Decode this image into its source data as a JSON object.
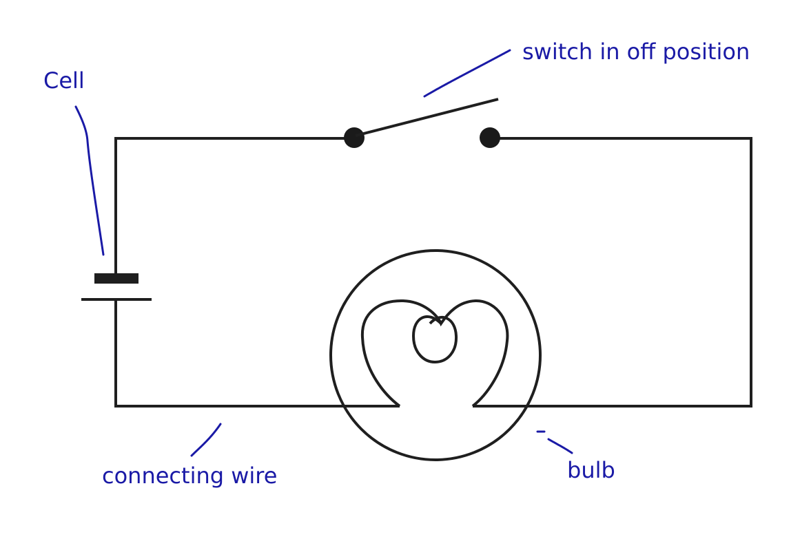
{
  "labels": {
    "cell": "Cell",
    "switch": "switch in off position",
    "wire": "connecting wire",
    "bulb": "bulb"
  },
  "colors": {
    "label": "#1a1aa6",
    "wire": "#1f1f1f",
    "background": "#ffffff"
  }
}
